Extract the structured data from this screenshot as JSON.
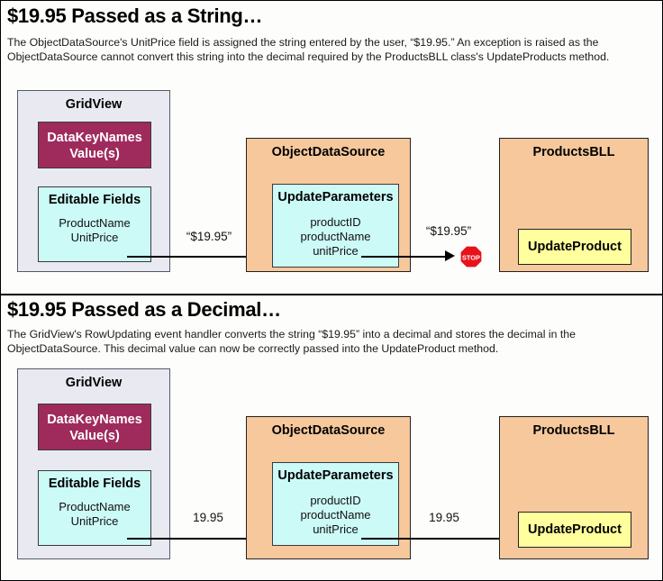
{
  "sections": [
    {
      "title": "$19.95 Passed as a String…",
      "description": "The ObjectDataSource's UnitPrice field is assigned the string entered by the user, “$19.95.” An exception is raised as the ObjectDataSource cannot convert this string into the decimal required by the ProductsBLL class's UpdateProducts method.",
      "gridview": {
        "title": "GridView",
        "datakey_label": "DataKeyNames\nValue(s)",
        "datakey_line1": "DataKeyNames",
        "datakey_line2": "Value(s)",
        "editable_header": "Editable Fields",
        "editable_field1": "ProductName",
        "editable_field2": "UnitPrice"
      },
      "objectdatasource": {
        "title": "ObjectDataSource",
        "params_header": "UpdateParameters",
        "param1": "productID",
        "param2": "productName",
        "param3": "unitPrice"
      },
      "productsbll": {
        "title": "ProductsBLL",
        "method": "UpdateProduct"
      },
      "arrow1_label": "“$19.95”",
      "arrow2_label": "“$19.95”",
      "stop_icon": "stop-sign-icon",
      "stop_text": "STOP",
      "has_stop": true
    },
    {
      "title": "$19.95 Passed as a Decimal…",
      "description": "The GridView's RowUpdating event handler converts the string “$19.95” into a decimal and stores the decimal in the ObjectDataSource. This decimal value can now be correctly passed into the UpdateProduct method.",
      "gridview": {
        "title": "GridView",
        "datakey_line1": "DataKeyNames",
        "datakey_line2": "Value(s)",
        "editable_header": "Editable Fields",
        "editable_field1": "ProductName",
        "editable_field2": "UnitPrice"
      },
      "objectdatasource": {
        "title": "ObjectDataSource",
        "params_header": "UpdateParameters",
        "param1": "productID",
        "param2": "productName",
        "param3": "unitPrice"
      },
      "productsbll": {
        "title": "ProductsBLL",
        "method": "UpdateProduct"
      },
      "arrow1_label": "19.95",
      "arrow2_label": "19.95",
      "has_stop": false
    }
  ],
  "colors": {
    "gridview_fill": "#e9e9f2",
    "datakey_fill": "#9f2b5c",
    "cyan_fill": "#ccfaf7",
    "orange_fill": "#f6c89c",
    "yellow_fill": "#ffff9e",
    "stop_red": "#e8121a",
    "page_bg": "#fdfdfb",
    "line": "#000000"
  }
}
